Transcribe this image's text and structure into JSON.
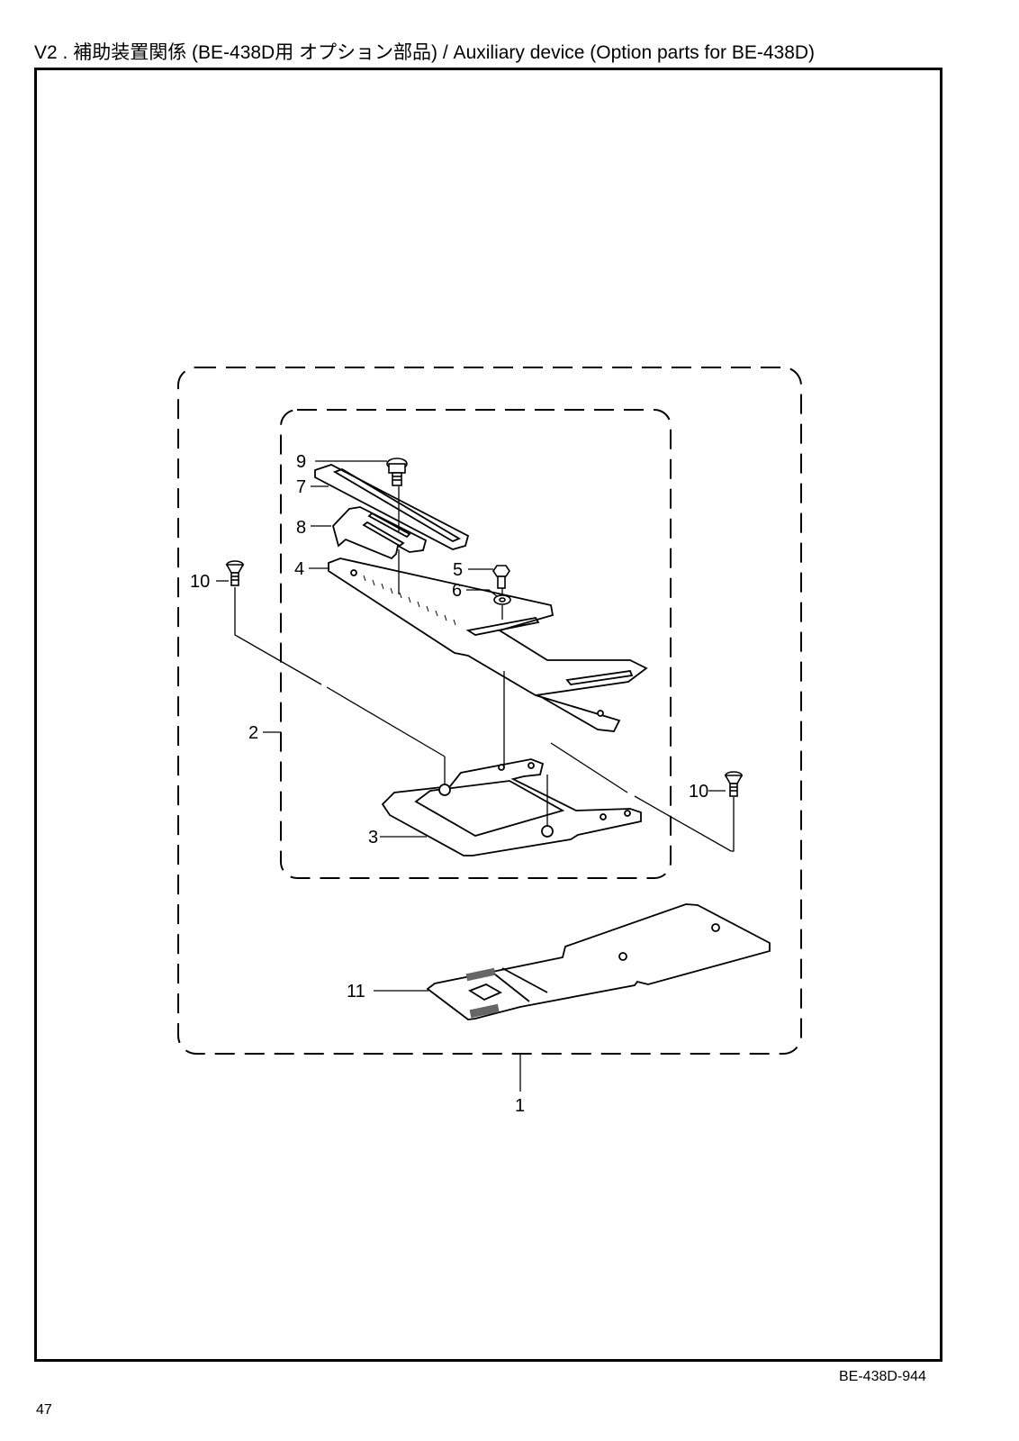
{
  "header": {
    "title": "V2 . 補助装置関係 (BE-438D用 オプション部品) / Auxiliary device (Option parts for BE-438D)"
  },
  "footer": {
    "drawing_code": "BE-438D-944",
    "page_number": "47"
  },
  "callouts": [
    {
      "id": "c9",
      "label": "9"
    },
    {
      "id": "c7",
      "label": "7"
    },
    {
      "id": "c8",
      "label": "8"
    },
    {
      "id": "c4",
      "label": "4"
    },
    {
      "id": "c5",
      "label": "5"
    },
    {
      "id": "c6",
      "label": "6"
    },
    {
      "id": "c10a",
      "label": "10"
    },
    {
      "id": "c2",
      "label": "2"
    },
    {
      "id": "c3",
      "label": "3"
    },
    {
      "id": "c10b",
      "label": "10"
    },
    {
      "id": "c11",
      "label": "11"
    },
    {
      "id": "c1",
      "label": "1"
    }
  ]
}
